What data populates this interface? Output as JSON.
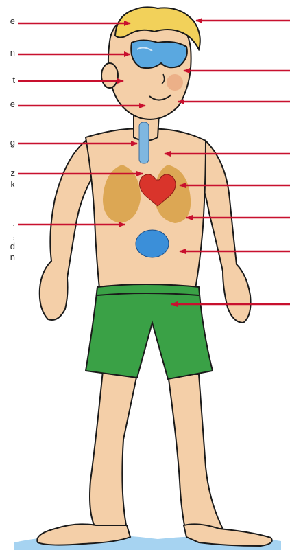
{
  "left_labels": [
    {
      "id": "hair",
      "text": "e"
    },
    {
      "id": "eyes",
      "text": "n"
    },
    {
      "id": "cheek",
      "text": "t"
    },
    {
      "id": "mouth",
      "text": "e"
    },
    {
      "id": "windpipe",
      "text": "g"
    },
    {
      "id": "heart",
      "text": "z"
    },
    {
      "id": "heart2",
      "text": "k"
    },
    {
      "id": "lungs",
      "text": ","
    },
    {
      "id": "lungs2",
      "text": ","
    },
    {
      "id": "lungs3",
      "text": "d"
    },
    {
      "id": "lungs4",
      "text": "n"
    }
  ],
  "colors": {
    "arrow": "#c8102e",
    "skin": "#f4cfa8",
    "skin_shade": "#e8b48a",
    "hair": "#f2d15a",
    "goggles": "#5aa8e0",
    "lungs": "#d9a24a",
    "heart": "#d9342b",
    "stomach": "#3b8fd9",
    "shorts": "#3aa146",
    "outline": "#1a1a1a"
  },
  "icons": {
    "figure": "cartoon-boy-anatomy-icon"
  }
}
